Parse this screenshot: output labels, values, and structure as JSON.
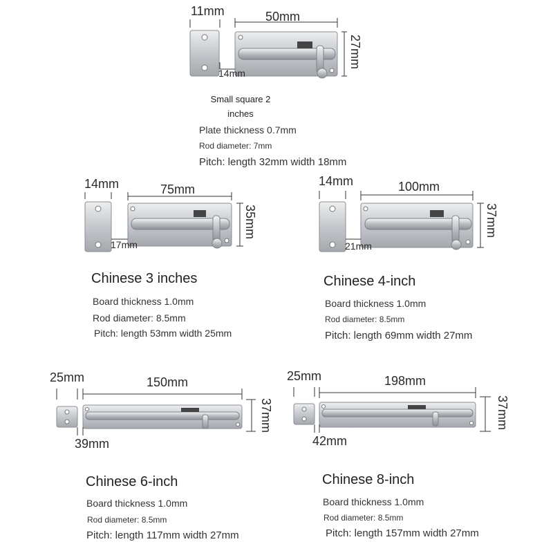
{
  "colors": {
    "metal": "#c9ccd0",
    "metal_dark": "#9a9ea4",
    "metal_light": "#e9ebed",
    "line": "#333333"
  },
  "variants": [
    {
      "title_line1": "Small square 2",
      "title_line2": "inches",
      "plate_size": "11mm",
      "body_length": "50mm",
      "height": "27mm",
      "gap": "14mm",
      "specs": [
        "Plate thickness 0.7mm",
        "Rod diameter: 7mm",
        "Pitch: length 32mm width 18mm"
      ]
    },
    {
      "title": "Chinese 3 inches",
      "plate_size": "14mm",
      "body_length": "75mm",
      "height": "35mm",
      "gap": "17mm",
      "specs": [
        "Board thickness 1.0mm",
        "Rod diameter: 8.5mm",
        "Pitch: length 53mm width 25mm"
      ]
    },
    {
      "title": "Chinese 4-inch",
      "plate_size": "14mm",
      "body_length": "100mm",
      "height": "37mm",
      "gap": "21mm",
      "specs": [
        "Board thickness 1.0mm",
        "Rod diameter: 8.5mm",
        "Pitch: length 69mm width 27mm"
      ]
    },
    {
      "title": "Chinese 6-inch",
      "plate_size": "25mm",
      "body_length": "150mm",
      "height": "37mm",
      "gap": "39mm",
      "specs": [
        "Board thickness 1.0mm",
        "Rod diameter: 8.5mm",
        "Pitch: length 117mm width 27mm"
      ]
    },
    {
      "title": "Chinese 8-inch",
      "plate_size": "25mm",
      "body_length": "198mm",
      "height": "37mm",
      "gap": "42mm",
      "specs": [
        "Board thickness 1.0mm",
        "Rod diameter: 8.5mm",
        "Pitch: length 157mm width 27mm"
      ]
    }
  ]
}
